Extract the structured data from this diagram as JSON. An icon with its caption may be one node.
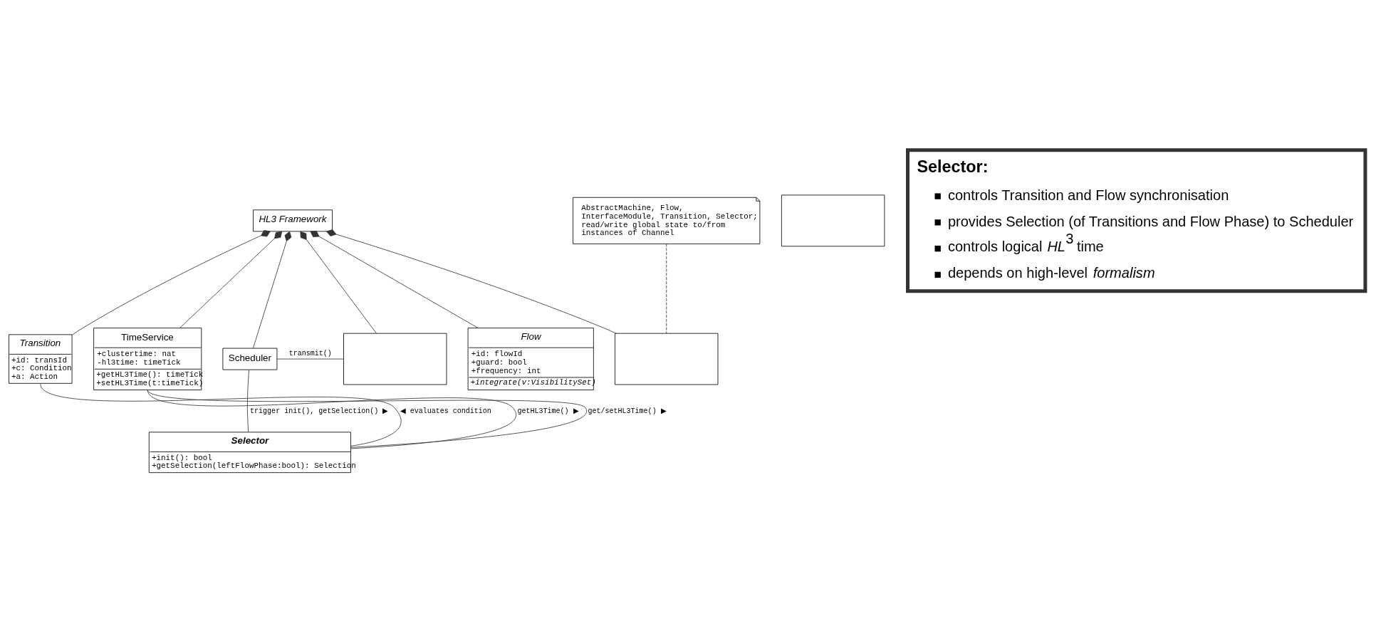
{
  "diagram": {
    "nodes": [
      {
        "text": [
          "HL3 Framework"
        ]
      },
      {
        "text": [
          "Transition",
          "+id: transId",
          "+c: Condition",
          "+a: Action"
        ]
      },
      {
        "text": [
          "Flow",
          "+id: flowId",
          "+guard: bool",
          "+frequency: int",
          "+integrate(v:VisibilitySet)"
        ]
      },
      {
        "text": [
          "TimeService",
          "+clustertime: nat",
          "-hl3time: timeTick",
          "+getHL3Time(): timeTick",
          "+setHL3Time(t:timeTick)"
        ]
      },
      {
        "text": [],
        "shape": "box"
      },
      {
        "text": [],
        "shape": "box"
      },
      {
        "text": [],
        "shape": "box"
      },
      {
        "text": [
          "Scheduler"
        ]
      },
      {
        "text": [
          "Selector",
          "+init(): bool",
          "+getSelection(leftFlowPhase:bool): Selection"
        ]
      },
      {
        "text": [
          "AbstractMachine, Flow, InterfaceModule, Transition, Selector; read/write global state to/from instances of Channel"
        ]
      },
      {
        "text": [
          "Selector:",
          "controls Transition and Flow synchronisation",
          "provides Selection (of Transitions and Flow Phase) to Scheduler",
          "controls logical *HL*$^{3}$ time",
          "depends on high-level *formalism*"
        ]
      }
    ],
    "edges": [
      {
        "from": 0,
        "to": 1,
        "arrow": "other"
      },
      {
        "from": 0,
        "to": 2,
        "arrow": "other"
      },
      {
        "from": 0,
        "to": 3,
        "arrow": "other"
      },
      {
        "from": 0,
        "to": 4,
        "arrow": "other"
      },
      {
        "from": 0,
        "to": 5,
        "arrow": "other"
      },
      {
        "from": 0,
        "to": 7,
        "arrow": "other"
      },
      {
        "from": 8,
        "to": 1,
        "arrow": "none",
        "label": "◀ evaluates condition"
      },
      {
        "from": 8,
        "to": 3,
        "arrow": "none",
        "label": "getHL3Time() ▶"
      },
      {
        "from": 8,
        "to": 3,
        "arrow": "none",
        "label": "get/setHL3Time() ▶"
      },
      {
        "from": 7,
        "to": 4,
        "arrow": "none",
        "label": "transmit()"
      },
      {
        "from": 7,
        "to": 8,
        "arrow": "none",
        "label": "trigger init(), getSelection() ▶"
      },
      {
        "from": 9,
        "to": 5,
        "arrow": "none",
        "style": "dashed"
      }
    ]
  }
}
